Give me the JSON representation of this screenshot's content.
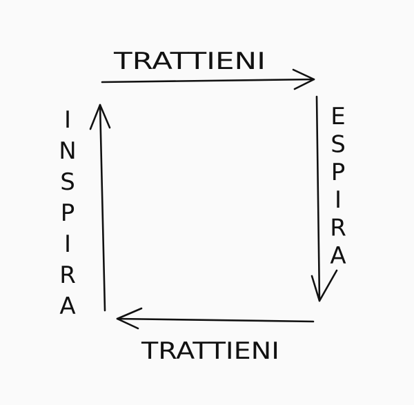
{
  "diagram": {
    "top_label": "TRATTIENI",
    "right_label": "ESPIRA",
    "bottom_label": "TRATTIENI",
    "left_label": "INSPIRA",
    "ink_color": "#111111",
    "background_color": "#fafafa"
  }
}
